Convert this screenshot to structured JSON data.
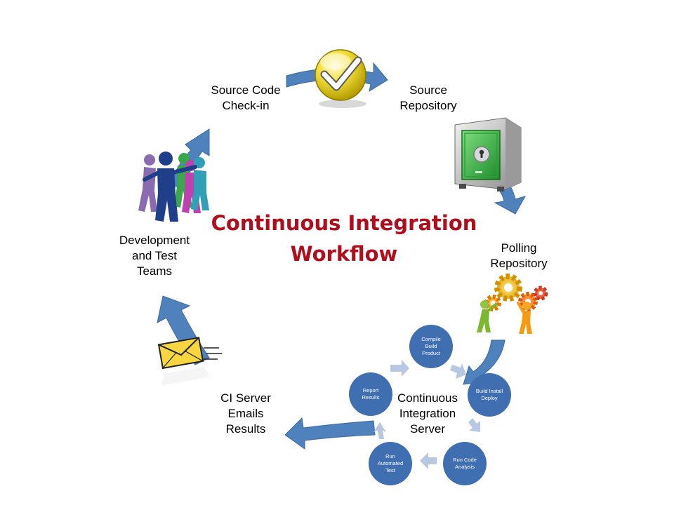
{
  "title": {
    "lines": [
      "Continuous Integration",
      "Workflow"
    ],
    "color": "#b00d1d"
  },
  "colors": {
    "arrow": "#4f81bd",
    "arrow_dark": "#3b6aa0",
    "small_arrow": "#b8c8e0",
    "circle": "#3f6fb0",
    "envelope": "#f7d640"
  },
  "stages": {
    "source_checkin": {
      "lines": [
        "Source Code",
        "Check-in"
      ],
      "icon": "checkmark-icon"
    },
    "source_repository": {
      "lines": [
        "Source",
        "Repository"
      ],
      "icon": "safe-icon"
    },
    "polling_repository": {
      "lines": [
        "Polling",
        "Repository"
      ],
      "icon": "gears-people-icon"
    },
    "ci_server": {
      "lines": [
        "Continuous",
        "Integration",
        "Server"
      ]
    },
    "ci_emails": {
      "lines": [
        "CI Server",
        "Emails",
        "Results"
      ],
      "icon": "envelope-icon"
    },
    "dev_teams": {
      "lines": [
        "Development",
        "and Test",
        "Teams"
      ],
      "icon": "team-icon"
    }
  },
  "server_steps": [
    {
      "id": "compile",
      "lines": [
        "Compile",
        "Build",
        "Product"
      ]
    },
    {
      "id": "install",
      "lines": [
        "Build Install",
        "Deploy"
      ]
    },
    {
      "id": "analysis",
      "lines": [
        "Run Code",
        "Analysis"
      ]
    },
    {
      "id": "test",
      "lines": [
        "Run",
        "Automated",
        "Test"
      ]
    },
    {
      "id": "report",
      "lines": [
        "Report",
        "Results"
      ]
    }
  ]
}
